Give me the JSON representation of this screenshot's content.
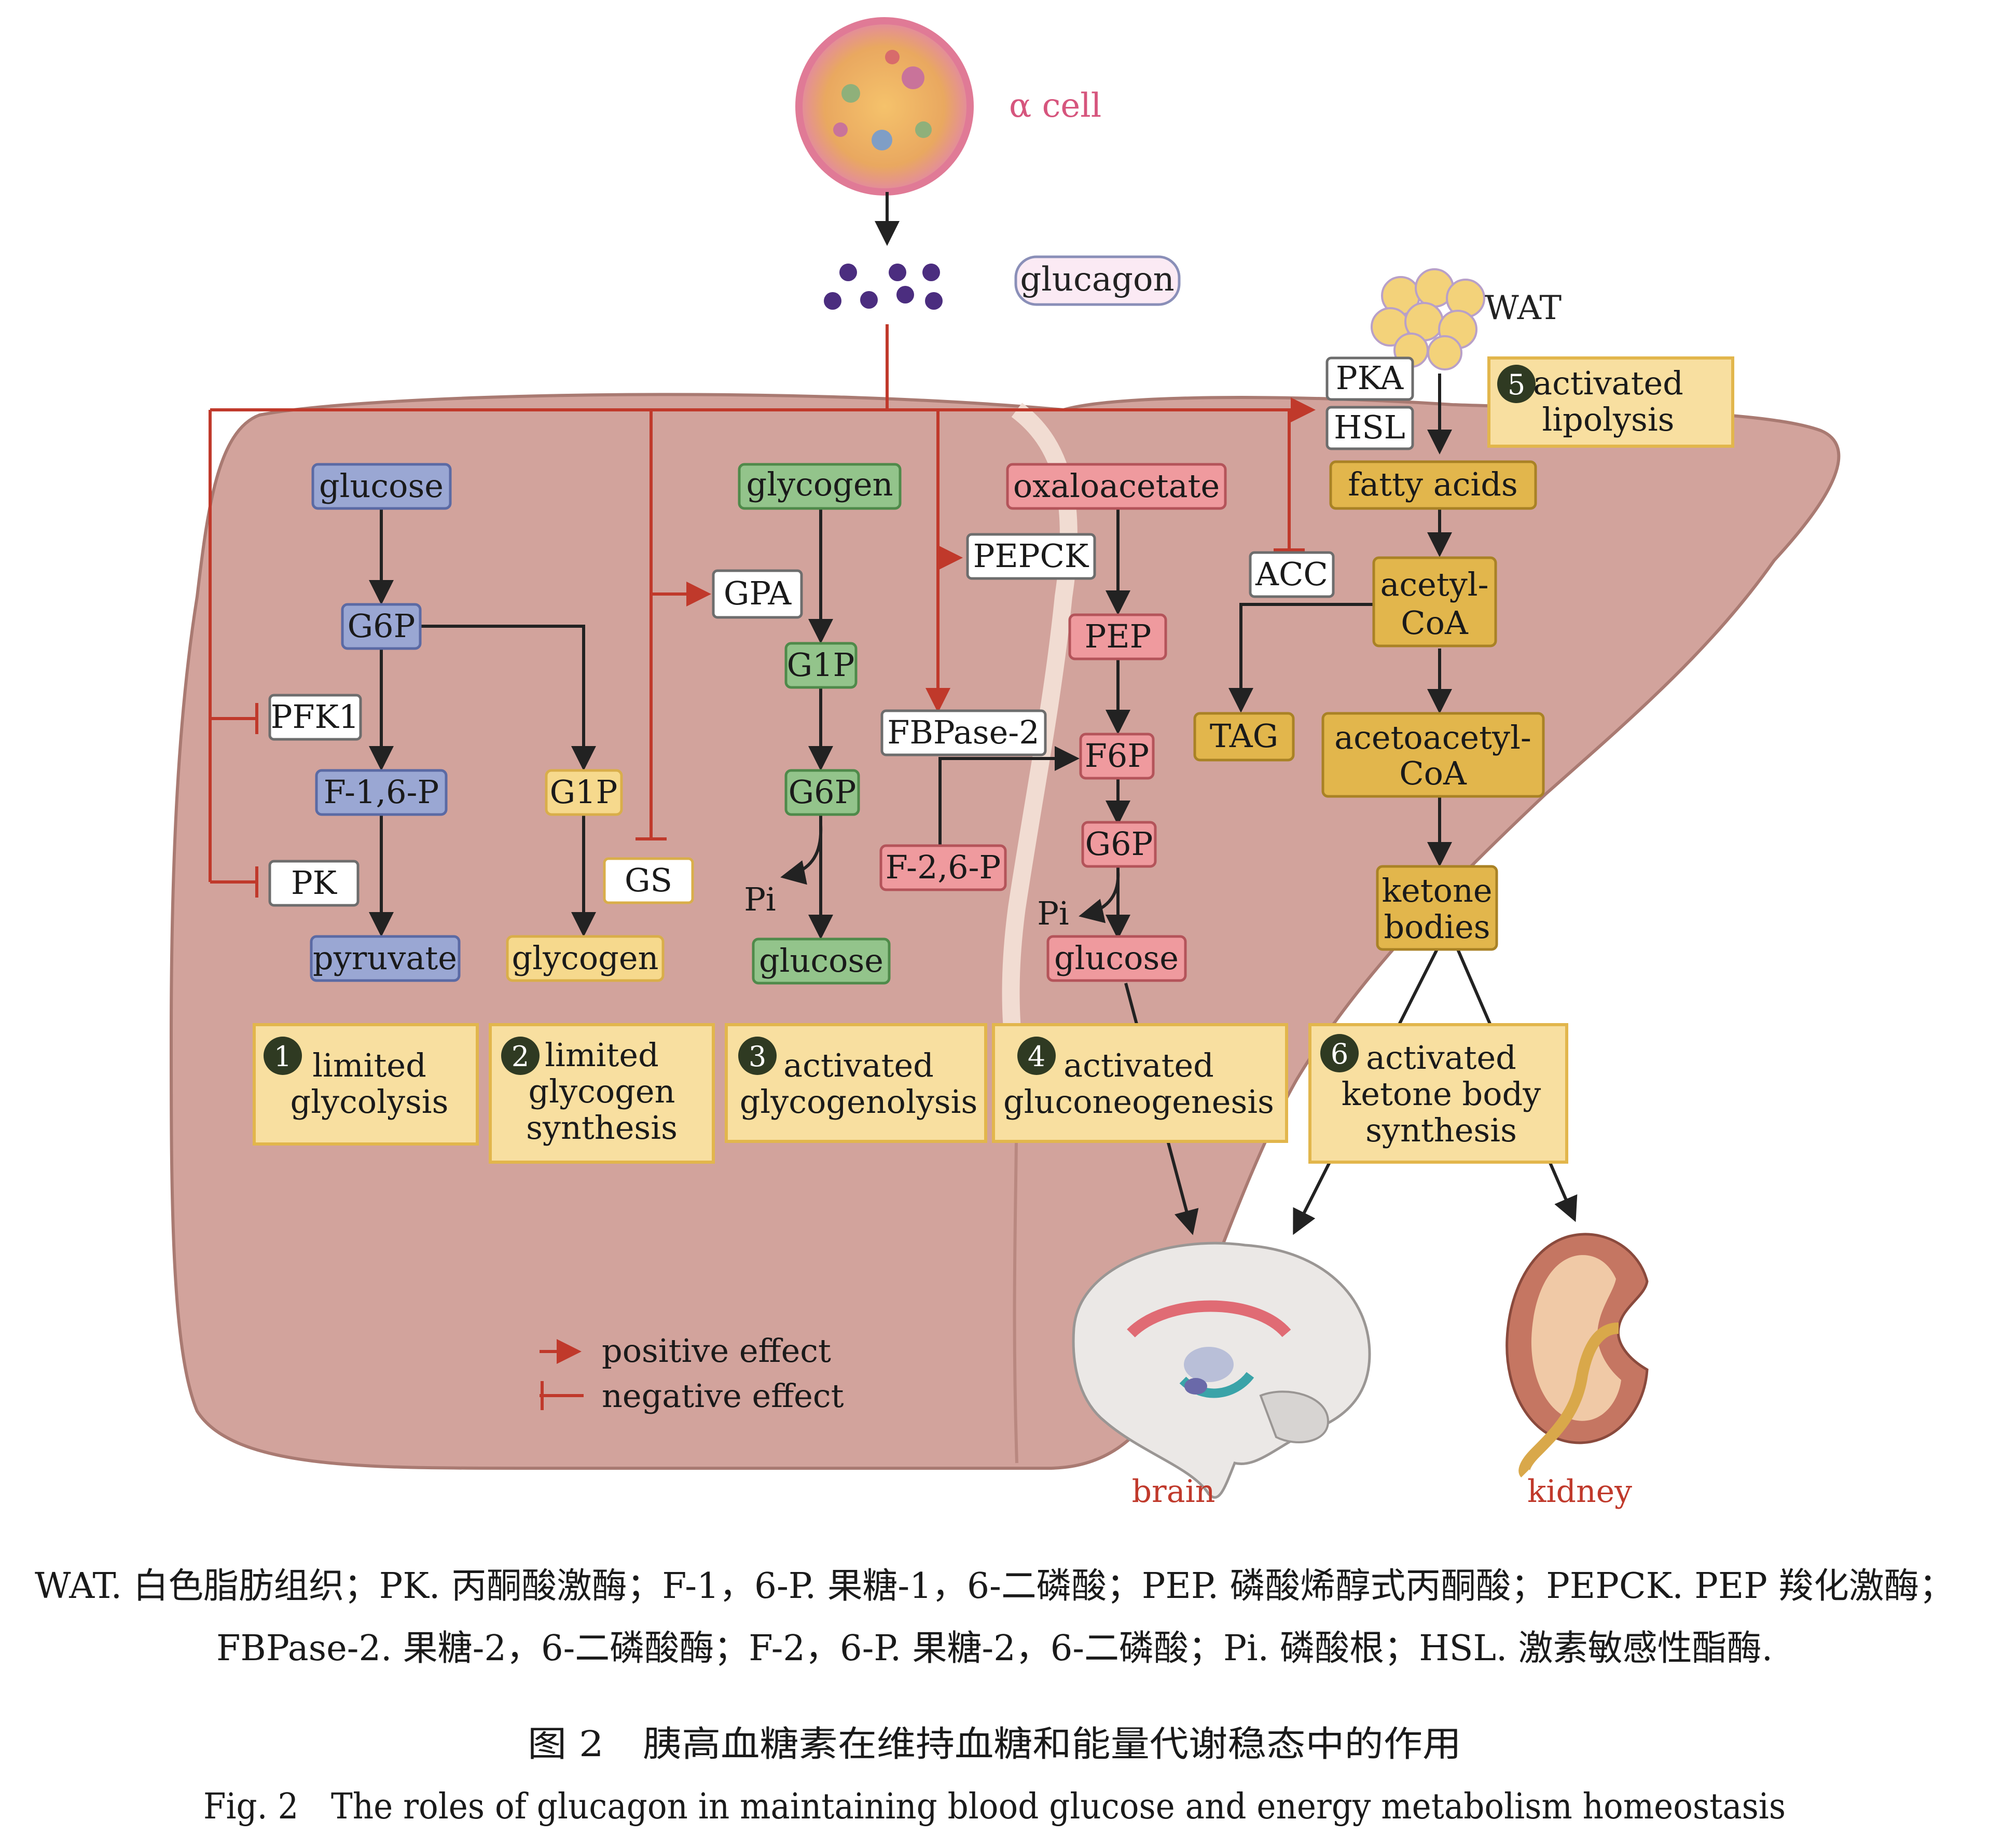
{
  "top": {
    "alpha_cell_label": "α cell",
    "glucagon_label": "glucagon",
    "wat_label": "WAT"
  },
  "colors": {
    "liver": "#d2a39c",
    "liver_stroke": "#a97a72",
    "positive_arrow": "#c0392b",
    "blue_box": "#9aa7d3",
    "green_box": "#93c48b",
    "pink_box": "#ef9a9e",
    "gold_box": "#e2b64c",
    "yellow_box": "#f6d98d",
    "note_box": "#f8dfa0",
    "white_box": "#ffffff"
  },
  "regulators": {
    "pka": "PKA",
    "hsl": "HSL",
    "pfk1": "PFK1",
    "pk": "PK",
    "gs": "GS",
    "gpa": "GPA",
    "pepck": "PEPCK",
    "fbpase2": "FBPase-2",
    "acc": "ACC"
  },
  "glycolysis": {
    "glucose": "glucose",
    "g6p": "G6P",
    "f16p": "F-1,6-P",
    "pyruvate": "pyruvate"
  },
  "glycogen_synthesis": {
    "g1p": "G1P",
    "glycogen": "glycogen"
  },
  "glycogenolysis": {
    "glycogen": "glycogen",
    "g1p": "G1P",
    "g6p": "G6P",
    "pi": "Pi",
    "glucose": "glucose"
  },
  "gluconeogenesis": {
    "oxaloacetate": "oxaloacetate",
    "pep": "PEP",
    "f6p": "F6P",
    "f26p": "F-2,6-P",
    "g6p": "G6P",
    "pi": "Pi",
    "glucose": "glucose"
  },
  "lipid": {
    "fatty_acids": "fatty acids",
    "acetyl_coa_1": "acetyl-",
    "acetyl_coa_2": "CoA",
    "tag": "TAG",
    "acetoacetyl_coa_1": "acetoacetyl-",
    "acetoacetyl_coa_2": "CoA",
    "ketone_1": "ketone",
    "ketone_2": "bodies"
  },
  "notes": [
    {
      "num": "1",
      "line1": "limited",
      "line2": "glycolysis",
      "line3": ""
    },
    {
      "num": "2",
      "line1": "limited",
      "line2": "glycogen",
      "line3": "synthesis"
    },
    {
      "num": "3",
      "line1": "activated",
      "line2": "glycogenolysis",
      "line3": ""
    },
    {
      "num": "4",
      "line1": "activated",
      "line2": "gluconeogenesis",
      "line3": ""
    },
    {
      "num": "5",
      "line1": "activated",
      "line2": "lipolysis",
      "line3": ""
    },
    {
      "num": "6",
      "line1": "activated",
      "line2": "ketone body",
      "line3": "synthesis"
    }
  ],
  "legend": {
    "positive": "positive effect",
    "negative": "negative effect"
  },
  "organs": {
    "brain": "brain",
    "kidney": "kidney"
  },
  "caption": {
    "abbrev_line1": "WAT. 白色脂肪组织；PK. 丙酮酸激酶；F-1，6-P. 果糖-1，6-二磷酸；PEP. 磷酸烯醇式丙酮酸；PEPCK. PEP 羧化激酶；",
    "abbrev_line2": "FBPase-2. 果糖-2，6-二磷酸酶；F-2，6-P. 果糖-2，6-二磷酸；Pi. 磷酸根；HSL. 激素敏感性酯酶.",
    "title_cn": "图 2　胰高血糖素在维持血糖和能量代谢稳态中的作用",
    "title_en": "Fig. 2　The roles of glucagon in maintaining blood glucose and energy metabolism homeostasis"
  }
}
